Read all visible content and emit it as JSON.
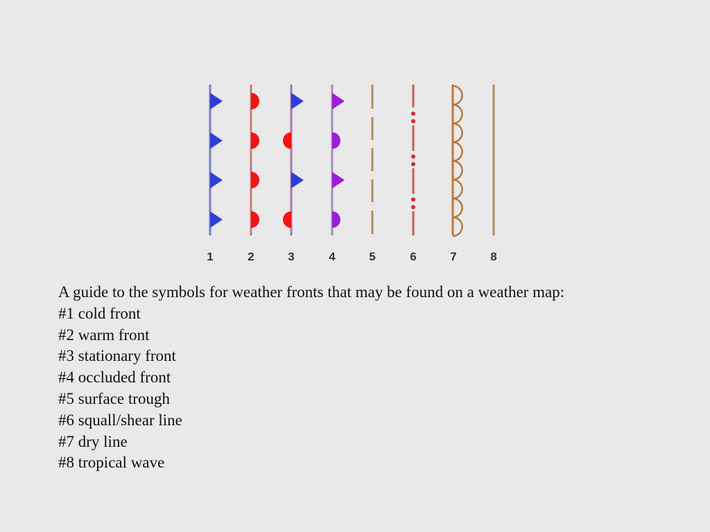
{
  "diagram": {
    "fronts": [
      {
        "label": "1",
        "type": "cold",
        "colors": {
          "line": "#7b7cc4",
          "symbol": "#2f3fd6"
        }
      },
      {
        "label": "2",
        "type": "warm",
        "colors": {
          "line": "#c77a7a",
          "symbol": "#f21414"
        }
      },
      {
        "label": "3",
        "type": "stationary",
        "colors": {
          "line": "#a07aa8",
          "cold": "#2f3fd6",
          "warm": "#f21414"
        }
      },
      {
        "label": "4",
        "type": "occluded",
        "colors": {
          "line": "#a88ac4",
          "symbol": "#9b1fd6"
        }
      },
      {
        "label": "5",
        "type": "surface-trough",
        "colors": {
          "line": "#b38a5e"
        }
      },
      {
        "label": "6",
        "type": "squall-shear-line",
        "colors": {
          "line": "#c95a5a",
          "dot": "#d42a2a"
        }
      },
      {
        "label": "7",
        "type": "dry-line",
        "colors": {
          "line": "#b9773b"
        }
      },
      {
        "label": "8",
        "type": "tropical-wave",
        "colors": {
          "line": "#b38a5e"
        }
      }
    ]
  },
  "caption": {
    "intro": "A guide to the symbols for weather fronts that may be found on a weather map:",
    "items": [
      "#1 cold front",
      "#2 warm front",
      "#3 stationary front",
      "#4 occluded front",
      "#5 surface trough",
      "#6 squall/shear line",
      "#7 dry line",
      "#8 tropical wave"
    ]
  }
}
